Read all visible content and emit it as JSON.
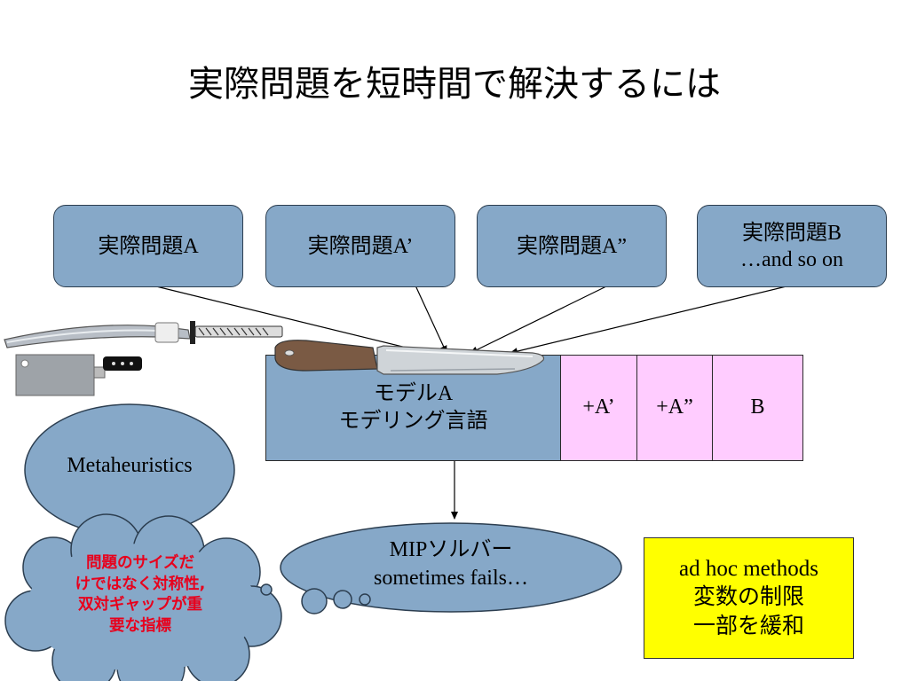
{
  "title": "実際問題を短時間で解決するには",
  "problems": [
    {
      "line1": "実際問題A",
      "line2": ""
    },
    {
      "line1": "実際問題A’",
      "line2": ""
    },
    {
      "line1": "実際問題A”",
      "line2": ""
    },
    {
      "line1": "実際問題B",
      "line2": "…and so on"
    }
  ],
  "model": {
    "main_line1": "モデルA",
    "main_line2": "モデリング言語",
    "ext": [
      "+A’",
      "+A”",
      "B"
    ]
  },
  "metaheuristics": "Metaheuristics",
  "mip": {
    "line1": "MIPソルバー",
    "line2": "sometimes fails…"
  },
  "cloud_text": [
    "問題のサイズだ",
    "けではなく対称性,",
    "双対ギャップが重",
    "要な指標"
  ],
  "adhoc": {
    "line1": "ad hoc methods",
    "line2": "変数の制限",
    "line3": "一部を緩和"
  },
  "colors": {
    "box_blue": "#86a8c8",
    "pink": "#ffccff",
    "yellow": "#ffff00",
    "red_text": "#e8001c"
  },
  "icons": [
    "katana-icon",
    "cleaver-icon",
    "kitchen-knife-icon"
  ]
}
